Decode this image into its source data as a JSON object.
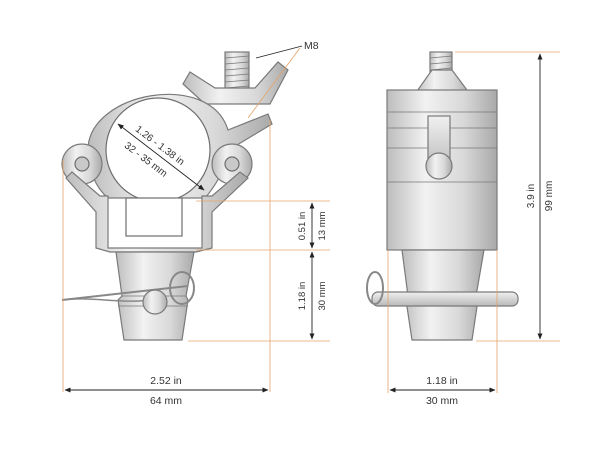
{
  "labels": {
    "thread": "M8",
    "tube_inch": "1.26 - 1.38 in",
    "tube_mm": "32 - 35 mm",
    "gap_inch": "0.51 in",
    "gap_mm": "13 mm",
    "spigot_inch": "1.18 in",
    "spigot_mm": "30 mm",
    "width_inch": "2.52 in",
    "width_mm": "64 mm",
    "depth_inch": "1.18 in",
    "depth_mm": "30 mm",
    "height_inch": "3.9 in",
    "height_mm": "99 mm"
  },
  "colors": {
    "extension_lines": "#e4a46a",
    "dimension_lines": "#222222",
    "metal": "#dcdcdc"
  }
}
